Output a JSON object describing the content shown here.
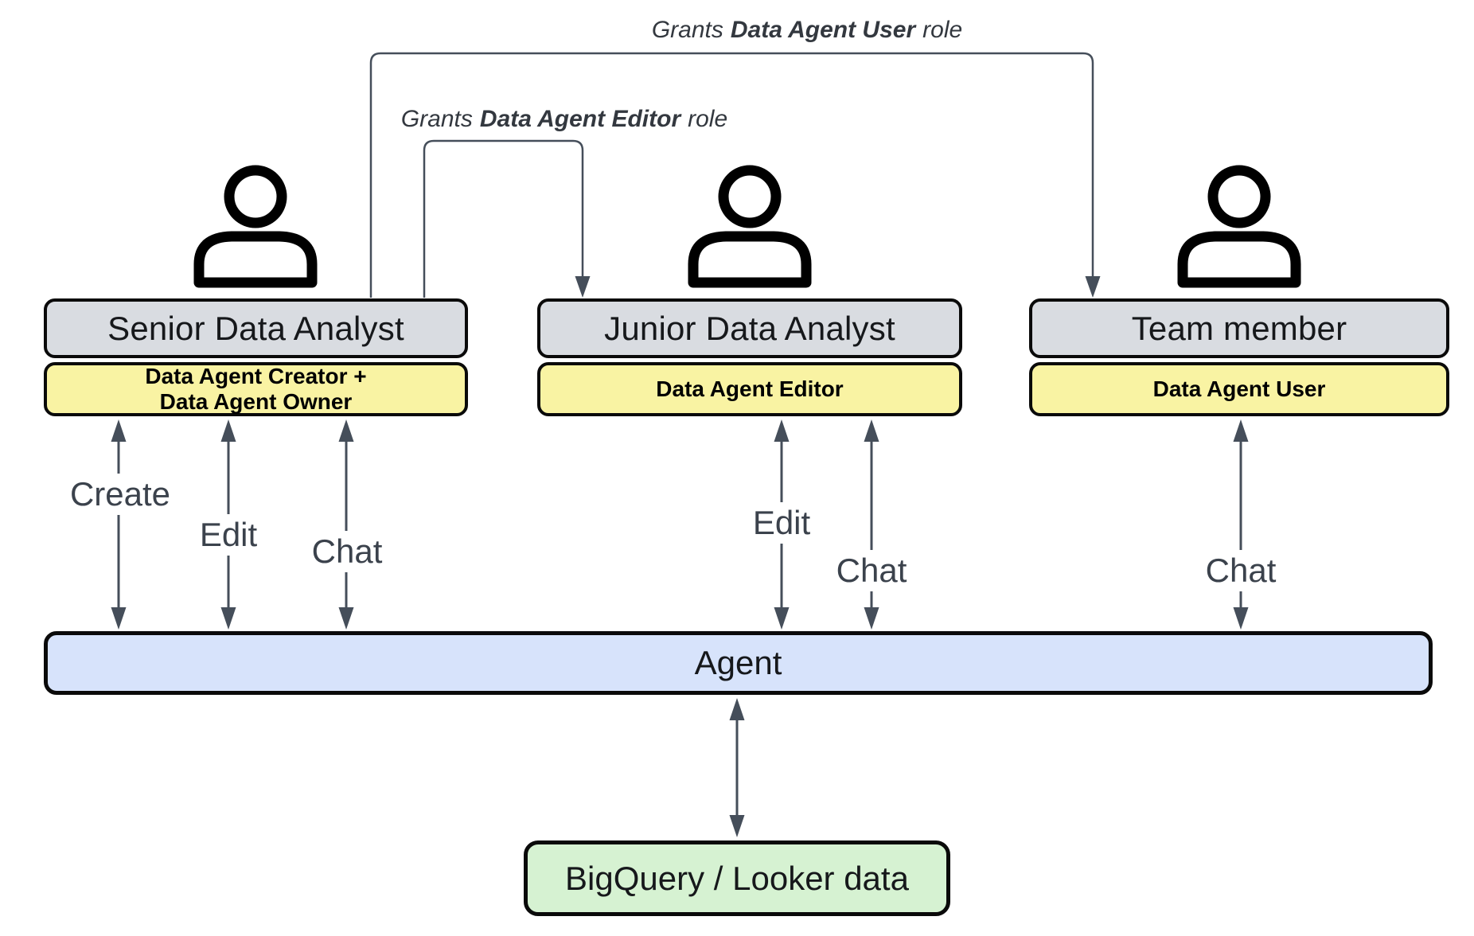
{
  "grants": {
    "user": {
      "prefix": "Grants",
      "role": "Data Agent User",
      "suffix": "role"
    },
    "editor": {
      "prefix": "Grants",
      "role": "Data Agent Editor",
      "suffix": "role"
    }
  },
  "people": [
    {
      "title": "Senior Data Analyst",
      "role": "Data Agent Creator +\nData Agent Owner",
      "actions": [
        "Create",
        "Edit",
        "Chat"
      ]
    },
    {
      "title": "Junior Data Analyst",
      "role": "Data Agent Editor",
      "actions": [
        "Edit",
        "Chat"
      ]
    },
    {
      "title": "Team member",
      "role": "Data Agent User",
      "actions": [
        "Chat"
      ]
    }
  ],
  "agent": {
    "label": "Agent"
  },
  "data_source": {
    "label": "BigQuery / Looker data"
  },
  "colors": {
    "title_box": "#d9dce1",
    "role_box": "#f9f3a3",
    "agent_bar": "#d7e3fb",
    "data_source_box": "#d6f2d2",
    "wire": "#454e5a"
  }
}
